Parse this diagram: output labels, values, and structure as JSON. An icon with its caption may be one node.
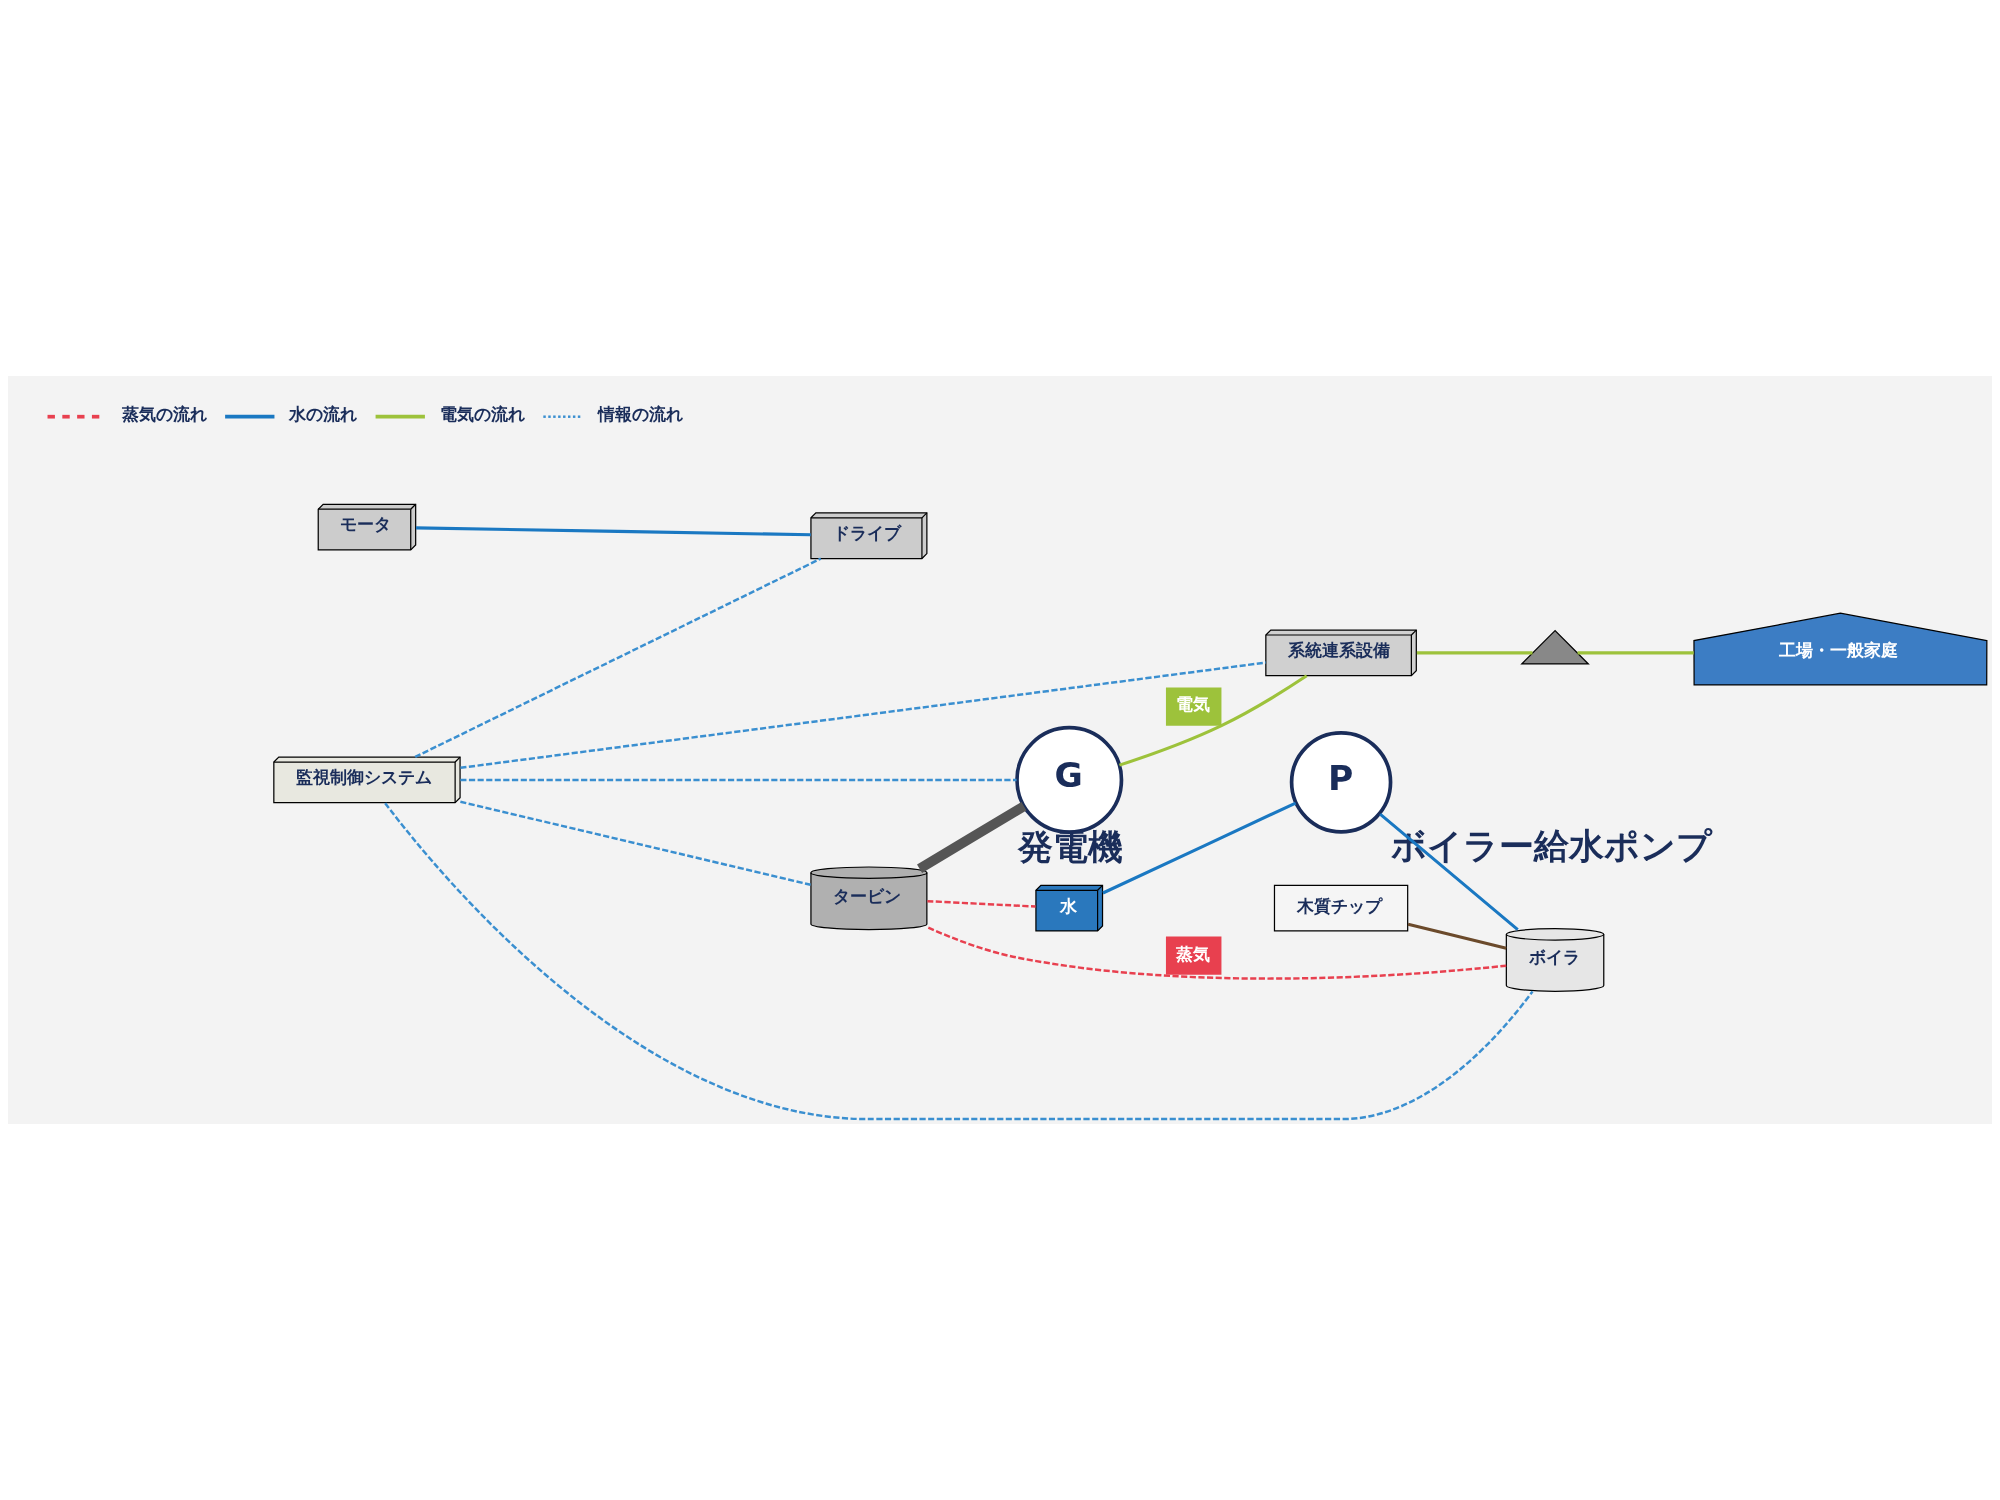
{
  "diagram": {
    "nodes": [
      {
        "text": [
          "監視制御システム"
        ]
      },
      {
        "text": [
          "タービン"
        ]
      },
      {
        "text": [
          "G"
        ],
        "beside": [
          "発電機"
        ]
      },
      {
        "text": [
          "系統連系設備"
        ]
      },
      {
        "text": [
          "ボイラ"
        ]
      },
      {
        "text": [
          "木質チップ"
        ]
      },
      {
        "text": [
          "水"
        ]
      },
      {
        "text": [
          "P"
        ],
        "beside": [
          "ボイラー給水ポンプ"
        ]
      },
      {
        "text": [
          "モータ"
        ]
      },
      {
        "text": [
          "ドライブ"
        ]
      },
      {
        "text": [],
        "shape": "picture"
      },
      {
        "text": [
          "工場・一般家庭"
        ]
      }
    ],
    "edges": [
      {
        "from": 5,
        "to": 4,
        "arrow": "none",
        "color": "#6b4a2b"
      },
      {
        "from": 4,
        "to": 1,
        "arrow": "none",
        "label": "蒸気",
        "style": "dashed",
        "color": "#e8404f"
      },
      {
        "from": 1,
        "to": 6,
        "arrow": "none",
        "style": "dashed",
        "color": "#e8404f"
      },
      {
        "from": 6,
        "to": 7,
        "arrow": "none",
        "color": "#1a78c2"
      },
      {
        "from": 7,
        "to": 4,
        "arrow": "none",
        "color": "#1a78c2"
      },
      {
        "from": 8,
        "to": 9,
        "arrow": "none",
        "color": "#1a78c2"
      },
      {
        "from": 1,
        "to": 2,
        "arrow": "none",
        "style": "thick",
        "color": "#555555"
      },
      {
        "from": 2,
        "to": 3,
        "arrow": "none",
        "label": "電気",
        "color": "#9dc23b"
      },
      {
        "from": 3,
        "to": 10,
        "arrow": "none",
        "color": "#9dc23b"
      },
      {
        "from": 10,
        "to": 11,
        "arrow": "none",
        "color": "#9dc23b"
      },
      {
        "from": 0,
        "to": 4,
        "arrow": "none",
        "style": "dashed",
        "color": "#3a8fd0"
      },
      {
        "from": 0,
        "to": 3,
        "arrow": "none",
        "style": "dashed",
        "color": "#3a8fd0"
      },
      {
        "from": 0,
        "to": 1,
        "arrow": "none",
        "style": "dashed",
        "color": "#3a8fd0"
      },
      {
        "from": 0,
        "to": 2,
        "arrow": "none",
        "style": "dashed",
        "color": "#3a8fd0"
      },
      {
        "from": 0,
        "to": 9,
        "arrow": "none",
        "style": "dashed",
        "color": "#3a8fd0"
      }
    ],
    "legend": [
      {
        "text": "蒸気の流れ"
      },
      {
        "text": "水の流れ"
      },
      {
        "text": "電気の流れ"
      },
      {
        "text": "情報の流れ"
      }
    ]
  }
}
